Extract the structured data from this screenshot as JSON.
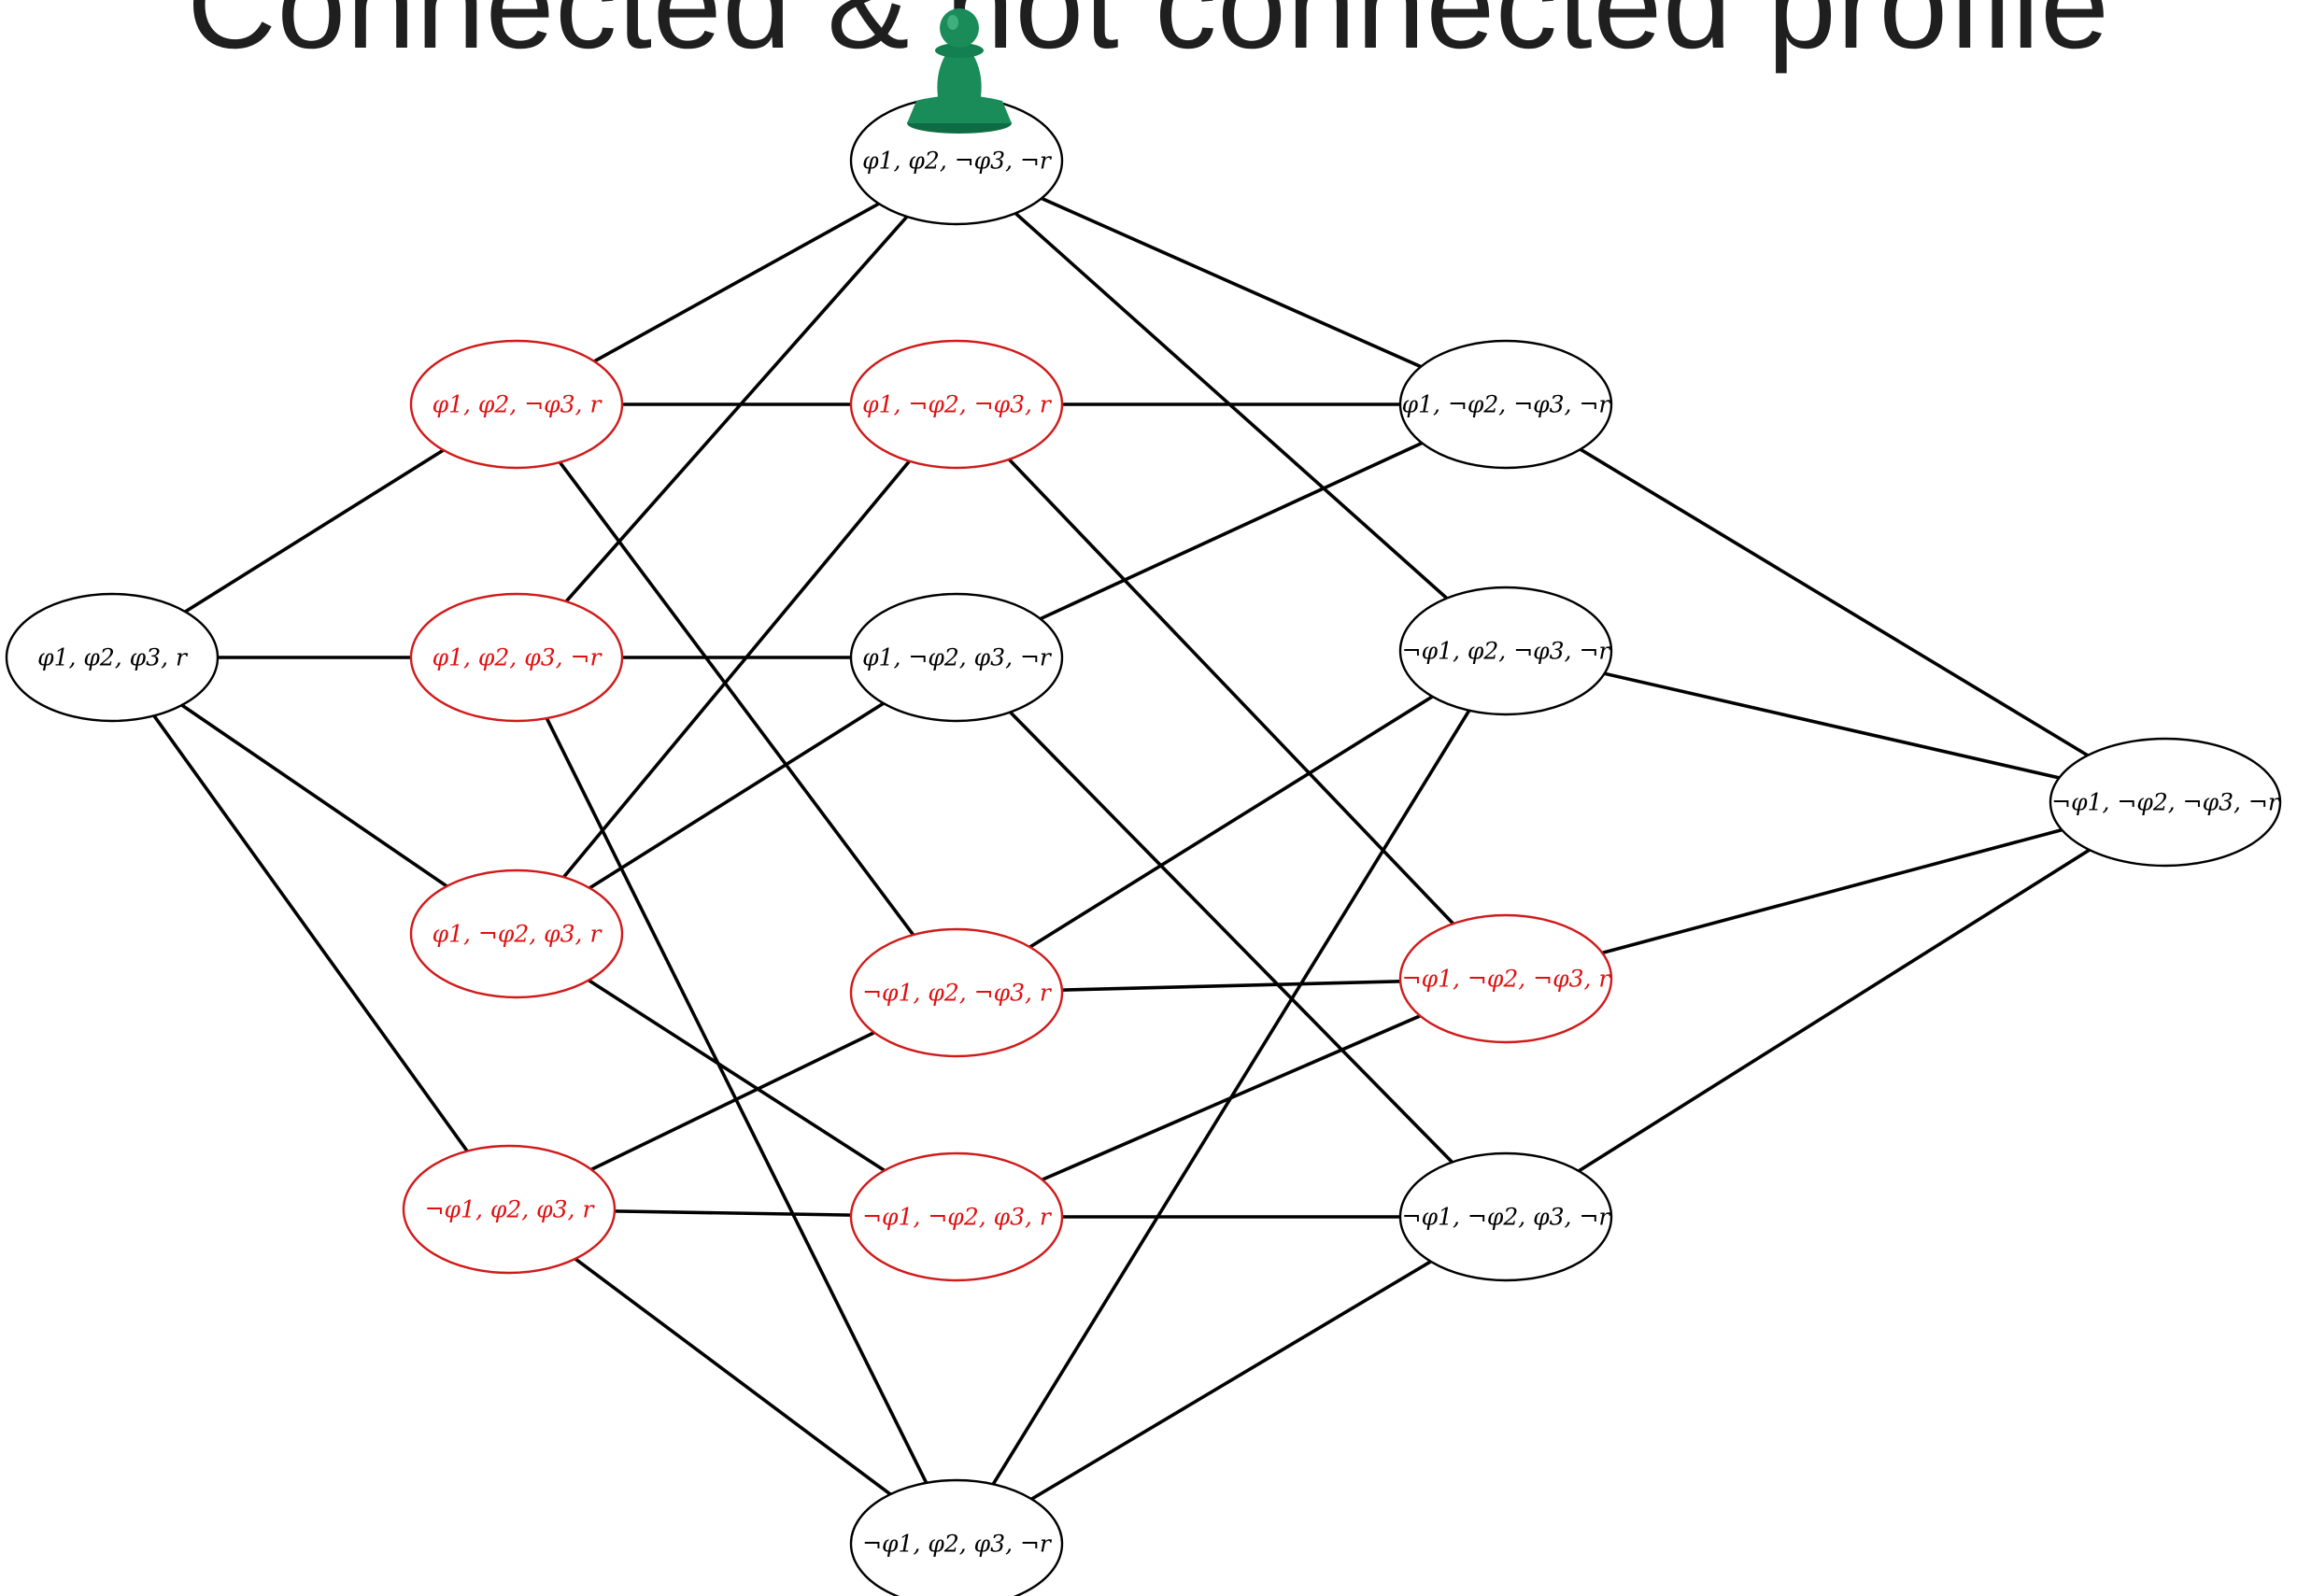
{
  "title": "Connected & not connected profile",
  "colors": {
    "in_profile": "#e01010",
    "not_in_profile": "#000000",
    "pawn": "#1a8c5a"
  },
  "pawn_icon": "green-pawn-icon",
  "nodes": [
    {
      "id": "top",
      "label": "φ1, φ2, ¬φ3, ¬r",
      "red": false
    },
    {
      "id": "a1",
      "label": "φ1, φ2, ¬φ3, r",
      "red": true
    },
    {
      "id": "a2",
      "label": "φ1, ¬φ2, ¬φ3, r",
      "red": true
    },
    {
      "id": "a3",
      "label": "φ1, ¬φ2, ¬φ3, ¬r",
      "red": false
    },
    {
      "id": "left",
      "label": "φ1, φ2, φ3, r",
      "red": false
    },
    {
      "id": "b1",
      "label": "φ1, φ2, φ3, ¬r",
      "red": true
    },
    {
      "id": "b2",
      "label": "φ1, ¬φ2, φ3, ¬r",
      "red": false
    },
    {
      "id": "b3",
      "label": "¬φ1, φ2, ¬φ3, ¬r",
      "red": false
    },
    {
      "id": "right",
      "label": "¬φ1, ¬φ2, ¬φ3, ¬r",
      "red": false
    },
    {
      "id": "c1",
      "label": "φ1, ¬φ2, φ3, r",
      "red": true
    },
    {
      "id": "c2",
      "label": "¬φ1, φ2, ¬φ3, r",
      "red": true
    },
    {
      "id": "c3",
      "label": "¬φ1, ¬φ2, ¬φ3, r",
      "red": true
    },
    {
      "id": "d1",
      "label": "¬φ1, φ2, φ3, r",
      "red": true
    },
    {
      "id": "d2",
      "label": "¬φ1, ¬φ2, φ3, r",
      "red": true
    },
    {
      "id": "d3",
      "label": "¬φ1, ¬φ2, φ3, ¬r",
      "red": false
    },
    {
      "id": "bot",
      "label": "¬φ1, φ2, φ3, ¬r",
      "red": false
    }
  ],
  "edges": [
    [
      "top",
      "a1"
    ],
    [
      "top",
      "b1"
    ],
    [
      "top",
      "a3"
    ],
    [
      "top",
      "b3"
    ],
    [
      "a1",
      "a2"
    ],
    [
      "a1",
      "left"
    ],
    [
      "a1",
      "c2"
    ],
    [
      "a2",
      "a3"
    ],
    [
      "a2",
      "c1"
    ],
    [
      "a2",
      "c3"
    ],
    [
      "a3",
      "right"
    ],
    [
      "a3",
      "b2"
    ],
    [
      "left",
      "b1"
    ],
    [
      "left",
      "c1"
    ],
    [
      "left",
      "d1"
    ],
    [
      "b1",
      "b2"
    ],
    [
      "b1",
      "bot"
    ],
    [
      "b2",
      "c1"
    ],
    [
      "b2",
      "d3"
    ],
    [
      "b3",
      "right"
    ],
    [
      "b3",
      "c2"
    ],
    [
      "b3",
      "bot"
    ],
    [
      "right",
      "c3"
    ],
    [
      "right",
      "d3"
    ],
    [
      "c1",
      "d2"
    ],
    [
      "c2",
      "c3"
    ],
    [
      "c2",
      "d1"
    ],
    [
      "c3",
      "d2"
    ],
    [
      "d1",
      "d2"
    ],
    [
      "d1",
      "bot"
    ],
    [
      "d2",
      "d3"
    ],
    [
      "d3",
      "bot"
    ]
  ]
}
